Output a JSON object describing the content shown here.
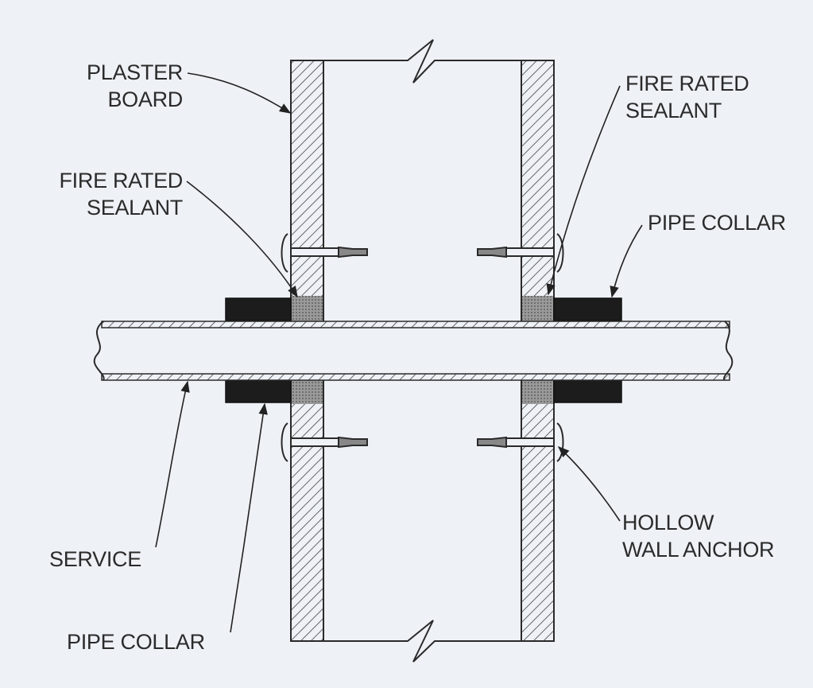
{
  "labels": {
    "plaster_board": [
      "PLASTER",
      "BOARD"
    ],
    "fire_rated_sealant_left": [
      "FIRE RATED",
      "SEALANT"
    ],
    "fire_rated_sealant_right": [
      "FIRE RATED",
      "SEALANT"
    ],
    "pipe_collar_top": "PIPE COLLAR",
    "service": "SERVICE",
    "pipe_collar_bottom": "PIPE COLLAR",
    "hollow_wall_anchor": [
      "HOLLOW",
      "WALL ANCHOR"
    ]
  },
  "colors": {
    "background": "#eef1f6",
    "line": "#2a2a2a",
    "hatch": "#444444",
    "collar": "#1c1c1c",
    "sealant": "#8a8a8a"
  }
}
